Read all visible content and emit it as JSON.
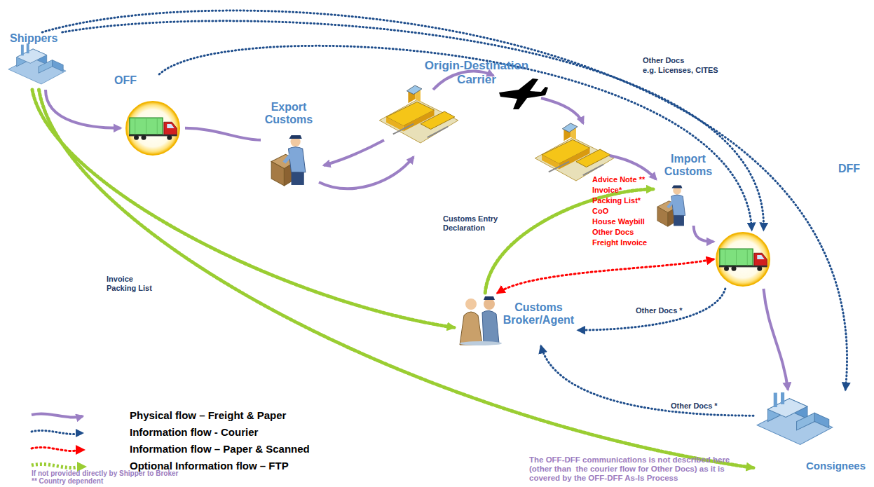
{
  "diagram": {
    "nodes": [
      {
        "text": [
          "Shippers"
        ]
      },
      {
        "text": [
          "OFF"
        ]
      },
      {
        "text": [
          "Export Customs"
        ]
      },
      {
        "text": [
          "Origin-Destination Carrier"
        ]
      },
      {
        "text": [
          "Import Customs"
        ]
      },
      {
        "text": [
          "DFF"
        ]
      },
      {
        "text": [
          "Customs Broker/Agent"
        ]
      },
      {
        "text": [
          "Consignees"
        ]
      }
    ],
    "edges": [
      {
        "from": 0,
        "to": 1,
        "arrow": "to"
      },
      {
        "from": 1,
        "to": 2,
        "arrow": "none"
      },
      {
        "from": 4,
        "to": 5,
        "arrow": "to"
      },
      {
        "from": 5,
        "to": 7,
        "arrow": "to"
      },
      {
        "from": 0,
        "to": 7,
        "arrow": "to"
      },
      {
        "from": 0,
        "to": 5,
        "arrow": "to"
      },
      {
        "from": 1,
        "to": 5,
        "arrow": "to"
      },
      {
        "from": 0,
        "to": 6,
        "label": "Invoice Packing List",
        "arrow": "to"
      },
      {
        "from": 0,
        "to": 7,
        "arrow": "to"
      },
      {
        "from": 6,
        "to": 4,
        "label": "Customs Entry Declaration",
        "arrow": "to"
      },
      {
        "from": 5,
        "to": 6,
        "arrow": "both"
      },
      {
        "from": 5,
        "to": 6,
        "label": "Other Docs *",
        "arrow": "to"
      },
      {
        "from": 7,
        "to": 6,
        "label": "Other Docs *",
        "arrow": "to"
      }
    ],
    "labels": [
      "Other Docs",
      "e.g. Licenses, CITES",
      "Advice Note **",
      "Invoice*",
      "Packing List*",
      "CoO",
      "House Waybill",
      "Other Docs",
      "Freight Invoice",
      "If not provided directly by Shipper to Broker",
      "** Country dependent",
      "The OFF-DFF communications is not described here (other than  the courier flow for Other Docs) as it is covered by the OFF-DFF As-Is Process"
    ],
    "legend": [
      {
        "text": "Physical flow – Freight & Paper"
      },
      {
        "text": "Information flow - Courier"
      },
      {
        "text": "Information flow – Paper & Scanned"
      },
      {
        "text": "Optional Information flow – FTP"
      }
    ]
  }
}
